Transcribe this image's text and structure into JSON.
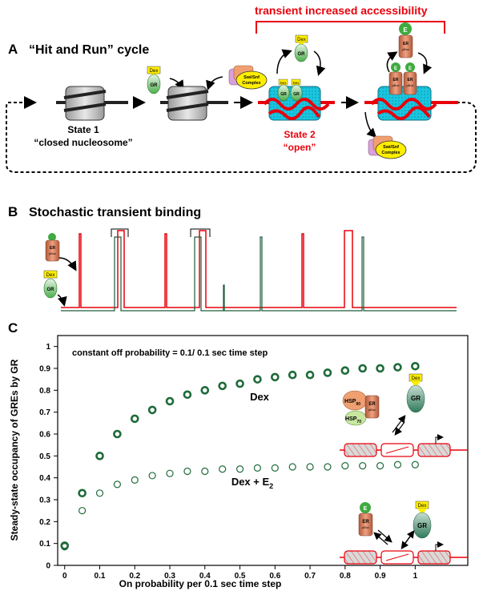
{
  "panel_a": {
    "letter": "A",
    "title": "“Hit and Run” cycle",
    "bracket_label": "transient increased accessibility",
    "state1_line1": "State 1",
    "state1_line2": "“closed nucleosome”",
    "state2_line1": "State 2",
    "state2_line2": "“open”",
    "dex": "Dex",
    "gr": "GR",
    "er": "ER",
    "pbox": "pBox",
    "e": "E",
    "swi_line1": "Swi/Snf",
    "swi_line2": "Complex",
    "colors": {
      "red": "#e8000b",
      "cyan": "#19c6e0",
      "green": "#3faa3f",
      "yellow": "#ffee00"
    }
  },
  "panel_b": {
    "letter": "B",
    "title": "Stochastic transient binding",
    "er": "ER",
    "pbox": "pBox",
    "dex": "Dex",
    "gr": "GR"
  },
  "panel_c": {
    "letter": "C",
    "annotation": "constant off probability = 0.1/ 0.1 sec time step",
    "label_dex": "Dex",
    "label_dex_e2": "Dex + E",
    "label_dex_e2_sub": "2",
    "hsp90": "HSP",
    "hsp90_sub": "90",
    "hsp70": "HSP",
    "hsp70_sub": "70",
    "er": "ER",
    "pbox": "pBox",
    "dex": "Dex",
    "gr": "GR",
    "e": "E"
  },
  "chart_data": {
    "type": "scatter",
    "xlabel": "On probability per  0.1 sec time step",
    "ylabel": "Steady-state occupancy of GREs by GR",
    "xlim": [
      -0.02,
      1.15
    ],
    "ylim": [
      0,
      1.05
    ],
    "xticks": [
      "0",
      "0.1",
      "0.2",
      "0.3",
      "0.4",
      "0.5",
      "0.6",
      "0.7",
      "0.8",
      "0.9",
      "1"
    ],
    "yticks": [
      "0",
      "0.1",
      "0.2",
      "0.3",
      "0.4",
      "0.5",
      "0.6",
      "0.7",
      "0.8",
      "0.9",
      "1"
    ],
    "series": [
      {
        "name": "Dex",
        "x": [
          0,
          0.05,
          0.1,
          0.15,
          0.2,
          0.25,
          0.3,
          0.35,
          0.4,
          0.45,
          0.5,
          0.55,
          0.6,
          0.65,
          0.7,
          0.75,
          0.8,
          0.85,
          0.9,
          0.95,
          1.0
        ],
        "y": [
          0.09,
          0.33,
          0.5,
          0.6,
          0.67,
          0.71,
          0.75,
          0.78,
          0.8,
          0.82,
          0.83,
          0.85,
          0.86,
          0.87,
          0.87,
          0.88,
          0.89,
          0.9,
          0.9,
          0.905,
          0.91
        ]
      },
      {
        "name": "Dex + E2",
        "x": [
          0,
          0.05,
          0.1,
          0.15,
          0.2,
          0.25,
          0.3,
          0.35,
          0.4,
          0.45,
          0.5,
          0.55,
          0.6,
          0.65,
          0.7,
          0.75,
          0.8,
          0.85,
          0.9,
          0.95,
          1.0
        ],
        "y": [
          0.085,
          0.25,
          0.33,
          0.37,
          0.39,
          0.41,
          0.42,
          0.43,
          0.43,
          0.44,
          0.44,
          0.445,
          0.445,
          0.45,
          0.45,
          0.45,
          0.455,
          0.455,
          0.455,
          0.46,
          0.46
        ]
      }
    ],
    "colors": {
      "marker": "#1f6b3a"
    }
  }
}
